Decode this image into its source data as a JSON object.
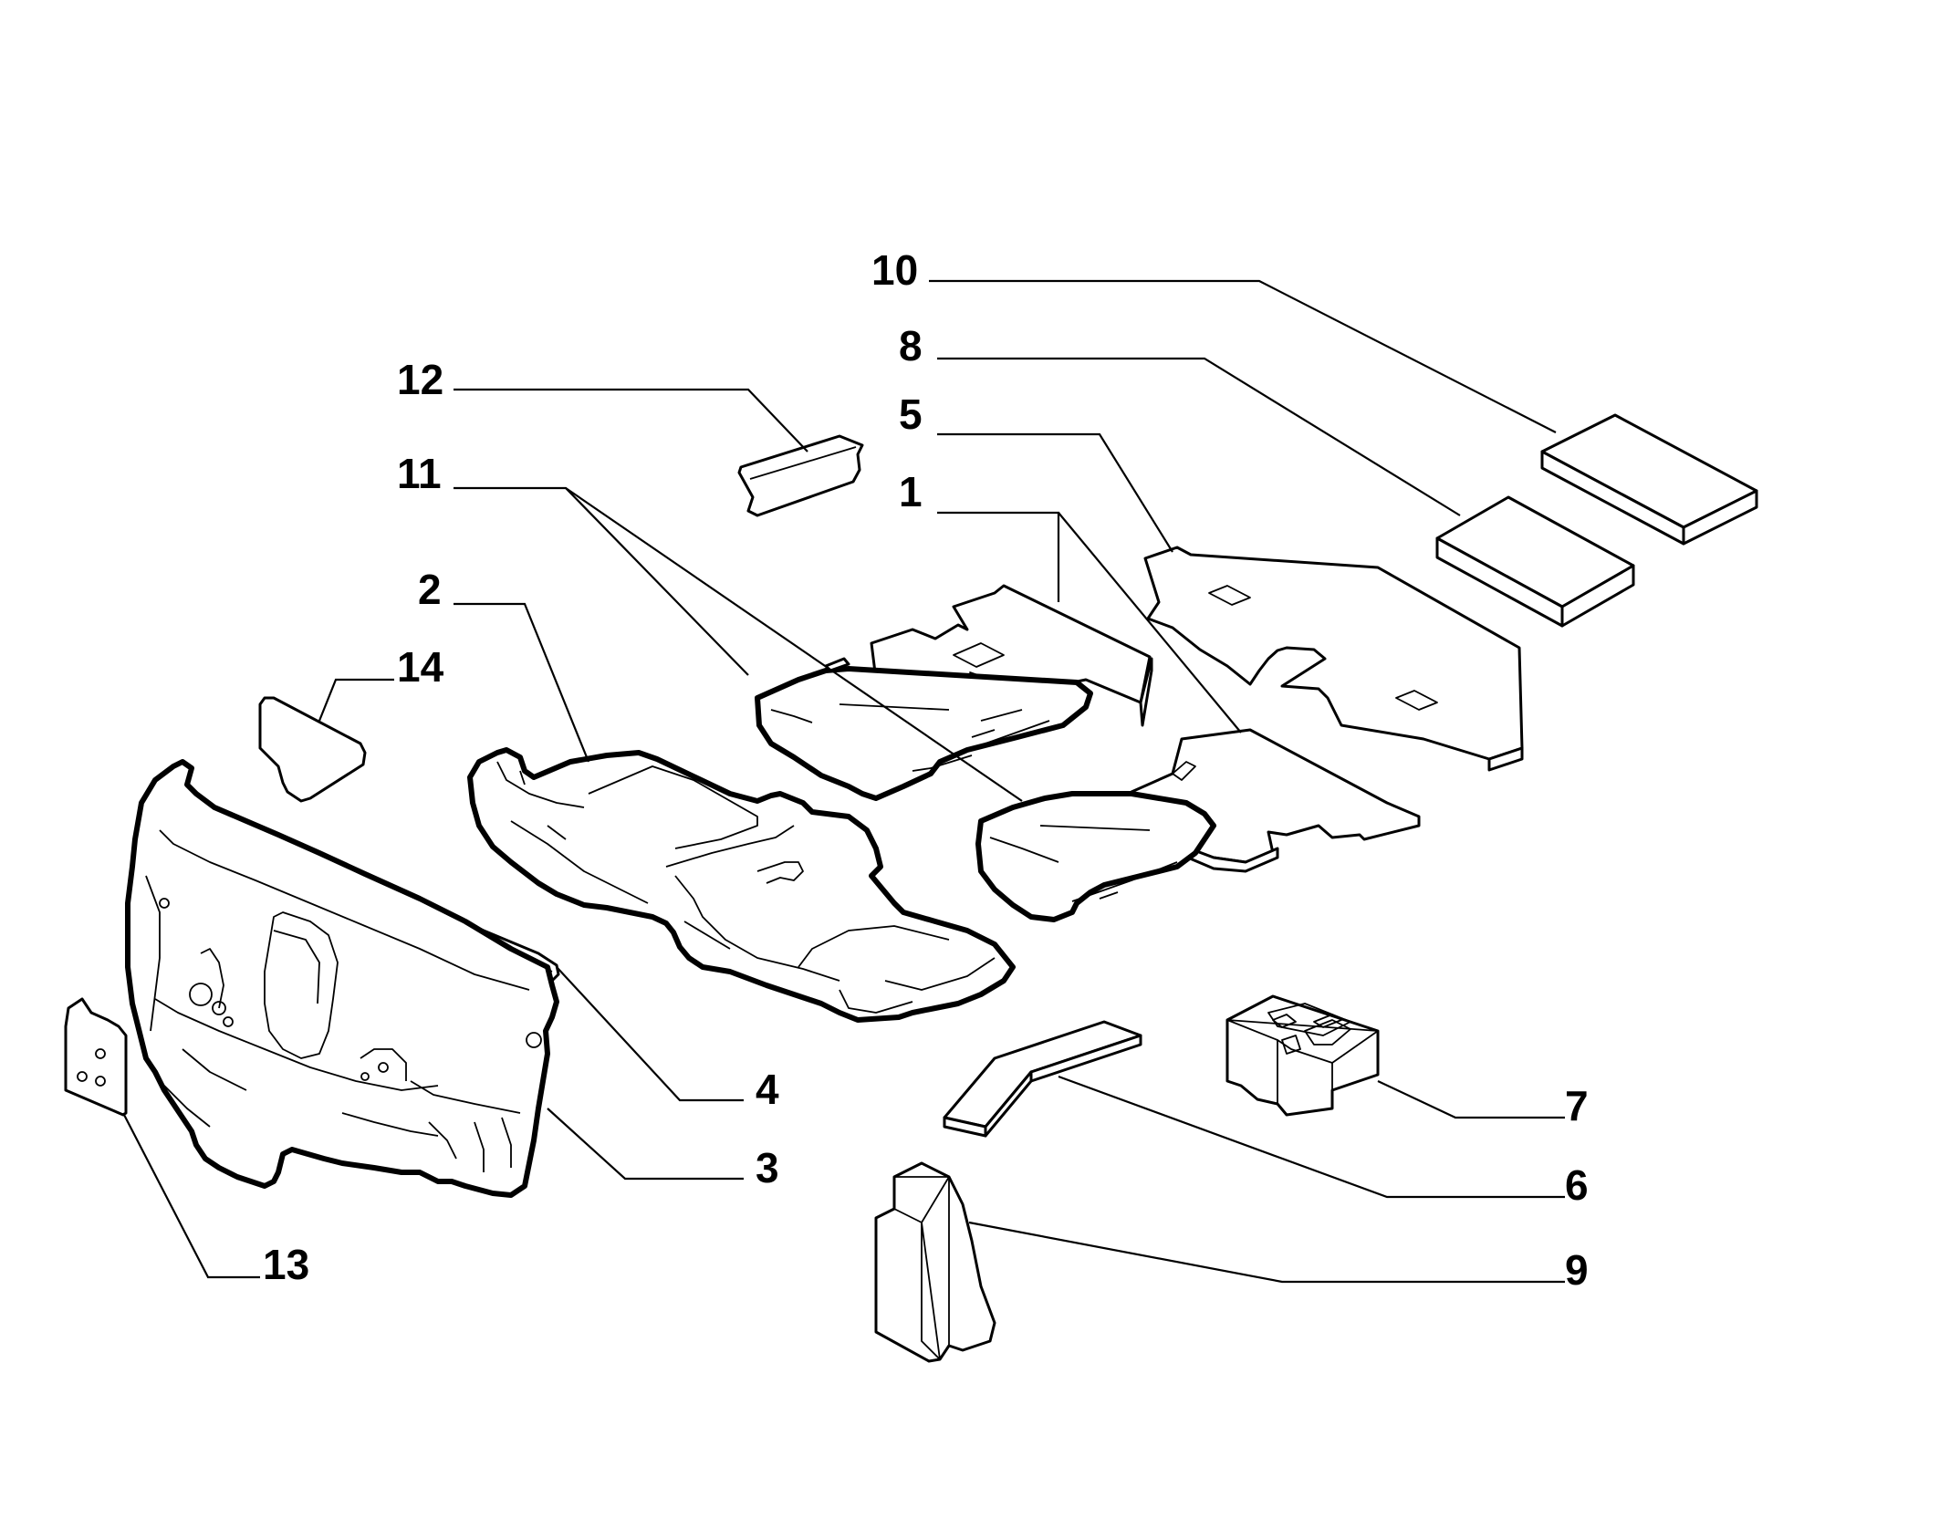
{
  "diagram": {
    "background": "#ffffff",
    "line_color": "#000000",
    "callouts": [
      {
        "id": "c1",
        "label": "1"
      },
      {
        "id": "c2",
        "label": "2"
      },
      {
        "id": "c3",
        "label": "3"
      },
      {
        "id": "c4",
        "label": "4"
      },
      {
        "id": "c5",
        "label": "5"
      },
      {
        "id": "c6",
        "label": "6"
      },
      {
        "id": "c7",
        "label": "7"
      },
      {
        "id": "c8",
        "label": "8"
      },
      {
        "id": "c9",
        "label": "9"
      },
      {
        "id": "c10",
        "label": "10"
      },
      {
        "id": "c11",
        "label": "11"
      },
      {
        "id": "c12",
        "label": "12"
      },
      {
        "id": "c13",
        "label": "13"
      },
      {
        "id": "c14",
        "label": "14"
      }
    ]
  }
}
